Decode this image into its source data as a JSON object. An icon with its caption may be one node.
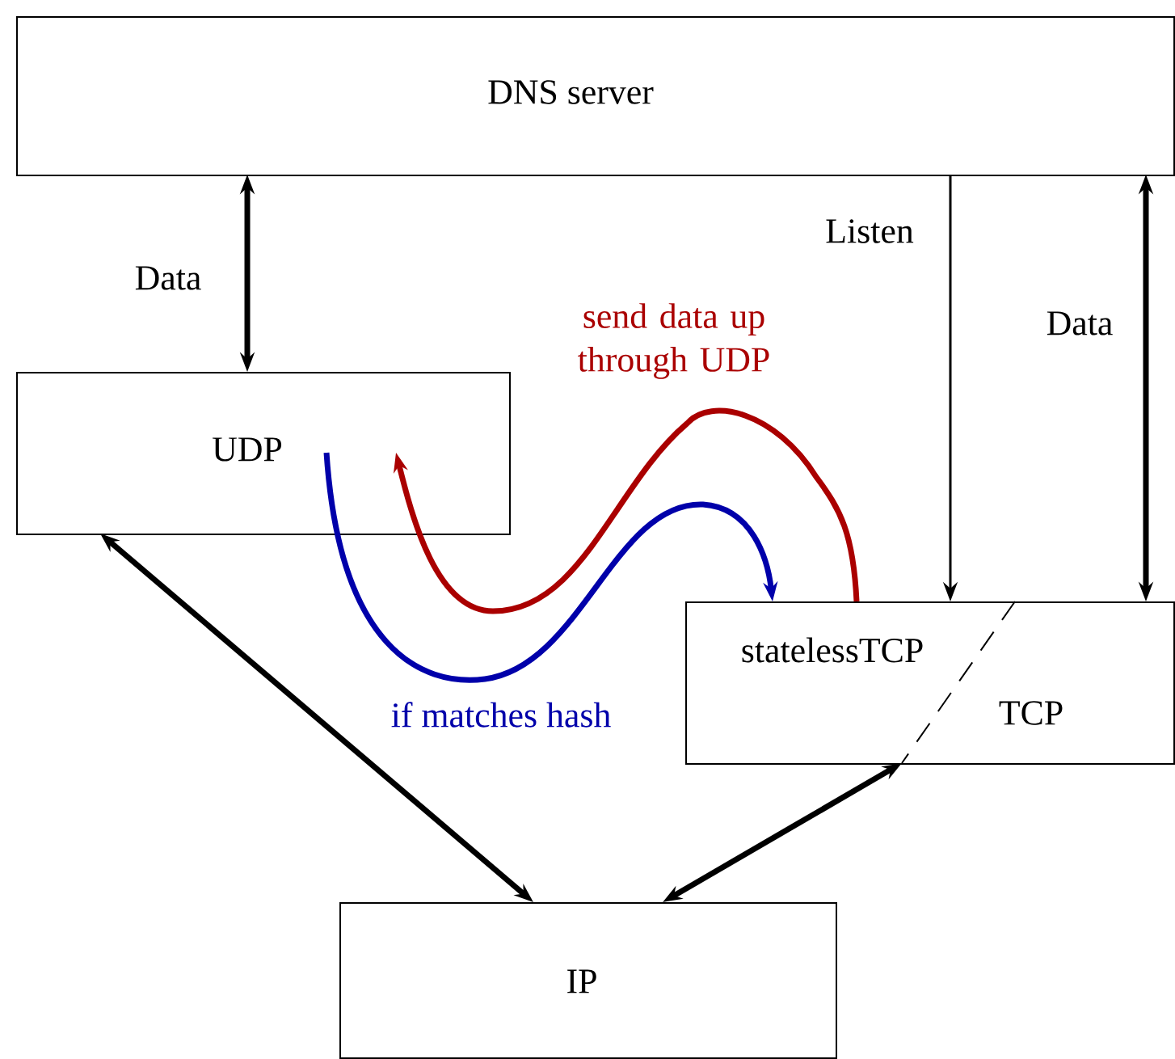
{
  "diagram": {
    "nodes": [
      {
        "text": [
          "DNS server"
        ]
      },
      {
        "text": [
          "UDP"
        ]
      },
      {
        "text": [
          "statelessTCP",
          "TCP"
        ]
      },
      {
        "text": [
          "IP"
        ]
      }
    ],
    "edges": [
      {
        "from": 0,
        "to": 1,
        "arrow": "both",
        "label": "Data"
      },
      {
        "from": 0,
        "to": 2,
        "arrow": "to",
        "label": "Listen"
      },
      {
        "from": 0,
        "to": 2,
        "arrow": "both",
        "label": "Data"
      },
      {
        "from": 1,
        "to": 3,
        "arrow": "both"
      },
      {
        "from": 3,
        "to": 2,
        "arrow": "both"
      },
      {
        "from": 1,
        "to": 2,
        "arrow": "to",
        "label": "if matches hash",
        "color": "#0000aa"
      },
      {
        "from": 2,
        "to": 1,
        "arrow": "to",
        "label": "send data up through UDP",
        "color": "#aa0000"
      }
    ]
  }
}
